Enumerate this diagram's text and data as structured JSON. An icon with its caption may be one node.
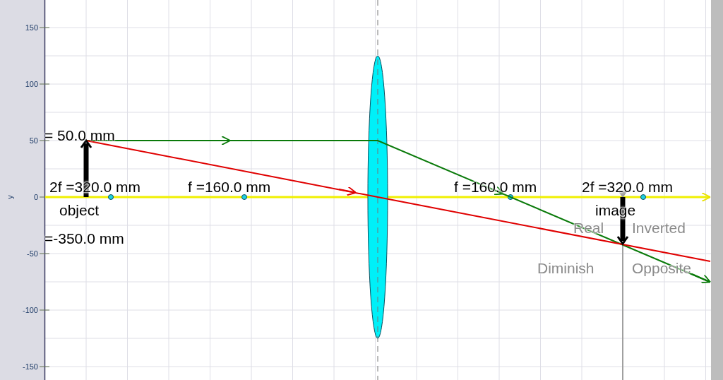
{
  "diagram": {
    "labels": [
      "150",
      "100",
      "50",
      "0",
      "-50",
      "-100",
      "-150",
      "y",
      "= 50.0 mm",
      "2f =320.0 mm",
      "f =160.0 mm",
      "object",
      "=-350.0 mm",
      "f =160.0 mm",
      "2f =320.0 mm",
      "image",
      "Real",
      "Inverted",
      "Diminish",
      "Opposite"
    ]
  }
}
